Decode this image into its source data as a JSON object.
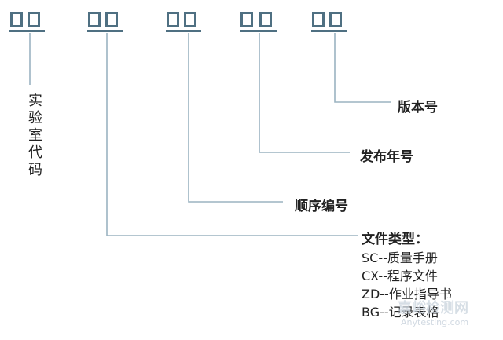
{
  "colors": {
    "box_border": "#4f7082",
    "connector": "#9bb3c1",
    "text": "#222222"
  },
  "laboratory_code_label": "实验室代码",
  "fields": {
    "sequence_number": "顺序编号",
    "release_year": "发布年号",
    "version_number": "版本号"
  },
  "document_types": {
    "title": "文件类型：",
    "items": [
      "SC--质量手册",
      "CX--程序文件",
      "ZD--作业指导书",
      "BG--记录表格"
    ]
  },
  "watermark": {
    "text": "嘉峪检测网",
    "sub": "Anytesting.com"
  }
}
